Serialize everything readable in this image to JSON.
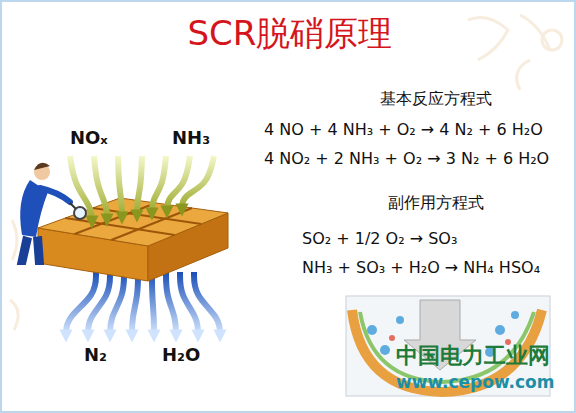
{
  "diagram": {
    "title": "SCR脱硝原理",
    "labels": [
      "NOₓ",
      "NH₃",
      "N₂",
      "H₂O",
      "基本反应方程式",
      "4 NO + 4 NH₃ + O₂ → 4 N₂ + 6 H₂O",
      "4 NO₂ + 2 NH₃ + O₂ → 3 N₂ + 6 H₂O",
      "副作用方程式",
      "SO₂ + 1/2 O₂ → SO₃",
      "NH₃ + SO₃ + H₂O → NH₄ HSO₄",
      "中国电力工业网",
      "www.cepow.com"
    ]
  }
}
